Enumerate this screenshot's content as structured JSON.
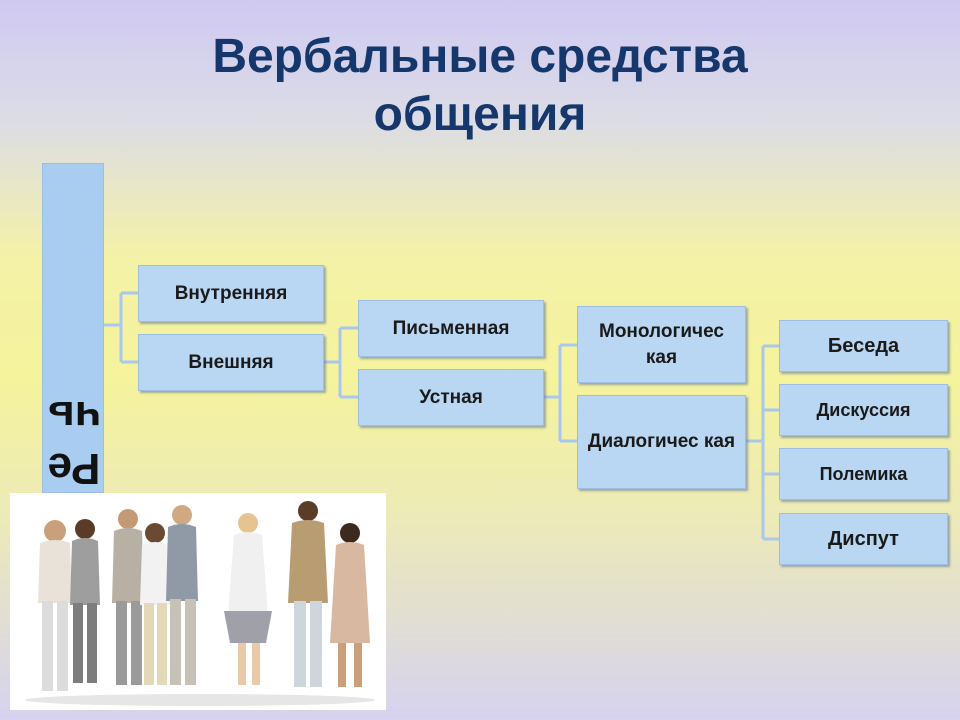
{
  "title": {
    "line1": "Вербальные средства",
    "line2": "общения"
  },
  "root": {
    "label_part1": "Ре",
    "label_part2": "чь"
  },
  "level1": [
    "Внутренняя",
    "Внешняя"
  ],
  "level2": [
    "Письменная",
    "Устная"
  ],
  "level3": [
    "Монологичес кая",
    "Диалогичес кая"
  ],
  "level4": [
    "Беседа",
    "Дискуссия",
    "Полемика",
    "Диспут"
  ],
  "colors": {
    "title": "#16376b",
    "box_fill": "#b9d6f2",
    "connector": "#a9c8ec"
  },
  "image": {
    "icon": "people-group-photo"
  }
}
